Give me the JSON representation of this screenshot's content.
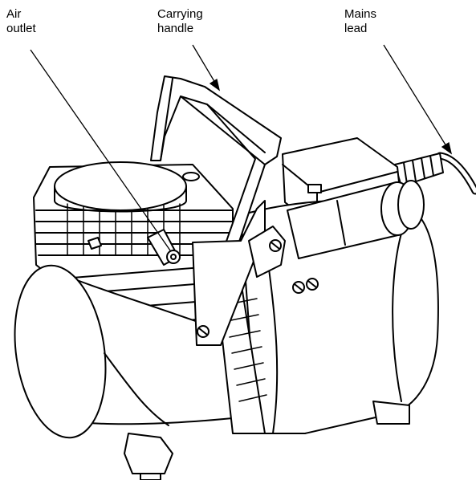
{
  "labels": {
    "air_outlet": {
      "line1": "Air",
      "line2": "outlet"
    },
    "carrying_handle": {
      "line1": "Carrying",
      "line2": "handle"
    },
    "mains_lead": {
      "line1": "Mains",
      "line2": "lead"
    }
  },
  "colors": {
    "ink": "#000000",
    "paper": "#ffffff",
    "shade": "#000000"
  }
}
